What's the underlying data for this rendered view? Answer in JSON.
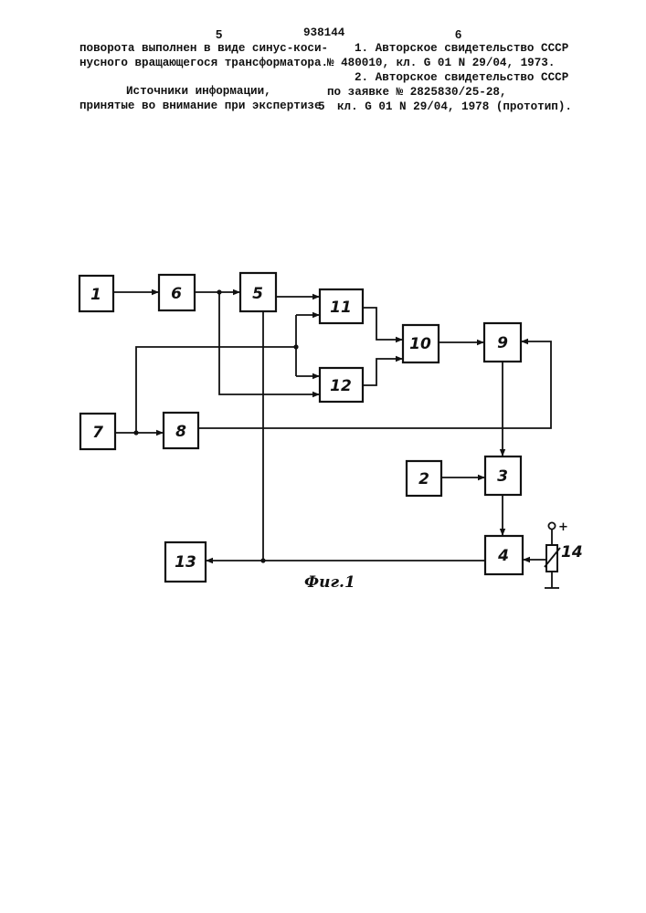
{
  "header": {
    "page_left": "5",
    "patent_number": "938144",
    "page_right": "6"
  },
  "left_column": {
    "line1": "поворота выполнен в виде синус-коси-",
    "line2": "нусного вращающегося трансформатора.",
    "sources_heading_1": "Источники информации,",
    "sources_heading_2": "принятые во внимание при экспертизе"
  },
  "right_column": {
    "ref1_line1": "1. Авторское свидетельство СССР",
    "ref1_line2": "№ 480010, кл.  G 01 N 29/04, 1973.",
    "ref2_line1": "2. Авторское свидетельство СССР",
    "ref2_line2": "по заявке № 2825830/25-28,",
    "line_number": "5",
    "ref2_line3": "кл. G 01 N  29/04, 1978 (прототип)."
  },
  "diagram": {
    "blocks": [
      "1",
      "2",
      "3",
      "4",
      "5",
      "6",
      "7",
      "8",
      "9",
      "10",
      "11",
      "12",
      "13"
    ],
    "resistor_label": "14",
    "terminal_label": "+",
    "caption": "Фиг.1"
  }
}
